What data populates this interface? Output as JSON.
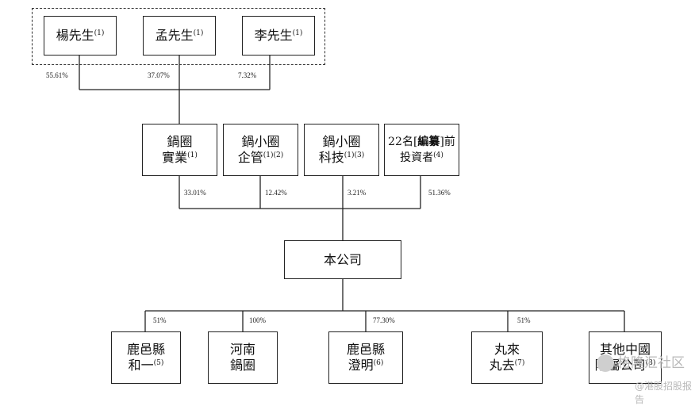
{
  "shareholders": [
    {
      "name": "楊先生",
      "note": "(1)",
      "pct": "55.61%"
    },
    {
      "name": "孟先生",
      "note": "(1)",
      "pct": "37.07%"
    },
    {
      "name": "李先生",
      "note": "(1)",
      "pct": "7.32%"
    }
  ],
  "holders": [
    {
      "line1": "鍋圈",
      "line2": "實業",
      "note": "(1)",
      "pct": "33.01%"
    },
    {
      "line1": "鍋小圈",
      "line2": "企管",
      "note": "(1)(2)",
      "pct": "12.42%"
    },
    {
      "line1": "鍋小圈",
      "line2": "科技",
      "note": "(1)(3)",
      "pct": "3.21%"
    },
    {
      "line1_a": "22名[",
      "line1_b": "編纂",
      "line1_c": "]前",
      "line2": "投資者",
      "note": "(4)",
      "pct": "51.36%"
    }
  ],
  "company": {
    "name": "本公司"
  },
  "subsidiaries": [
    {
      "line1": "鹿邑縣",
      "line2": "和一",
      "note": "(5)",
      "pct": "51%"
    },
    {
      "line1": "河南",
      "line2": "鍋圈",
      "note": "",
      "pct": "100%"
    },
    {
      "line1": "鹿邑縣",
      "line2": "澄明",
      "note": "(6)",
      "pct": "77.30%"
    },
    {
      "line1": "丸來",
      "line2": "丸去",
      "note": "(7)",
      "pct": "51%"
    },
    {
      "line1": "其他中國",
      "line2": "附屬公司",
      "note": "(8)",
      "pct": ""
    }
  ],
  "watermark": {
    "line1": "格隆汇社区",
    "line2": "@港股招股报告"
  }
}
